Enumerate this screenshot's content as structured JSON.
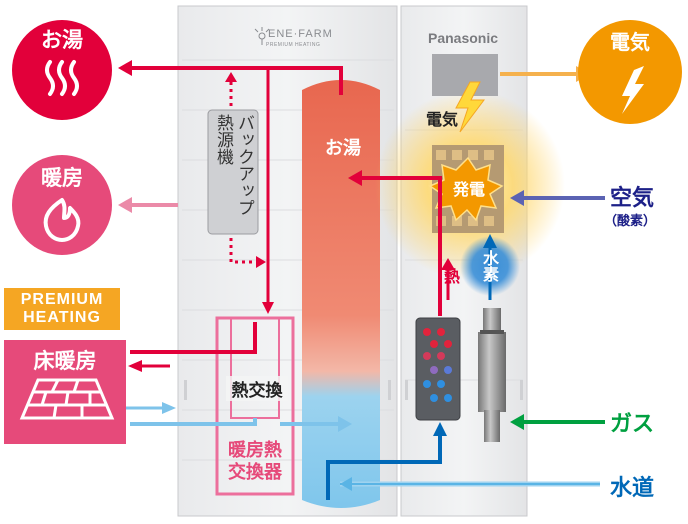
{
  "labels": {
    "hot_water_out": "お湯",
    "heating_out": "暖房",
    "premium_badge_line1": "PREMIUM",
    "premium_badge_line2": "HEATING",
    "floor_heating": "床暖房",
    "backup_heater": "バックアップ熱源機",
    "heat_exchange": "熱交換",
    "heating_exchanger": "暖房熱交換器",
    "tank_hot_water": "お湯",
    "electricity_inside": "電気",
    "power_generation": "発電",
    "heat": "熱",
    "hydrogen": "水素",
    "electricity_out": "電気",
    "air": "空気",
    "oxygen": "（酸素）",
    "gas": "ガス",
    "water_supply": "水道",
    "brand_enefarm": "ENE·FARM",
    "brand_premium": "PREMIUM HEATING",
    "brand_panasonic": "Panasonic"
  },
  "colors": {
    "hot_red": "#e2003a",
    "heating_pink": "#e64a7a",
    "electric_orange": "#f39800",
    "air_navy": "#1d2088",
    "gas_green": "#00a040",
    "water_blue": "#0068b7",
    "cold_cyan": "#5ab4e5",
    "badge_orange": "#f5a623"
  }
}
